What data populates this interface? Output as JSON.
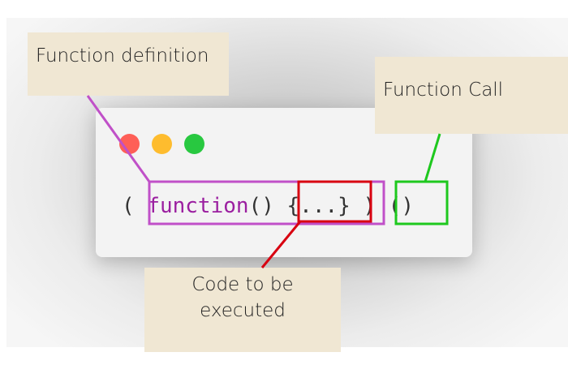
{
  "window": {
    "buttons": [
      {
        "name": "close",
        "color": "#fe5f57"
      },
      {
        "name": "minimize",
        "color": "#febc2e"
      },
      {
        "name": "zoom",
        "color": "#28c840"
      }
    ]
  },
  "code": {
    "open_paren": "(",
    "keyword": "function",
    "params": "()",
    "body": "{...}",
    "close_paren": ")",
    "call_parens": "()"
  },
  "callouts": {
    "definition": "Function definition",
    "call": "Function Call",
    "body_line1": "Code to be",
    "body_line2": "executed"
  },
  "colors": {
    "definition_box": "#c050c8",
    "body_box": "#d80010",
    "call_box": "#1ec81e",
    "keyword": "#9b1fa0",
    "callout_bg": "#f0e7d3"
  }
}
